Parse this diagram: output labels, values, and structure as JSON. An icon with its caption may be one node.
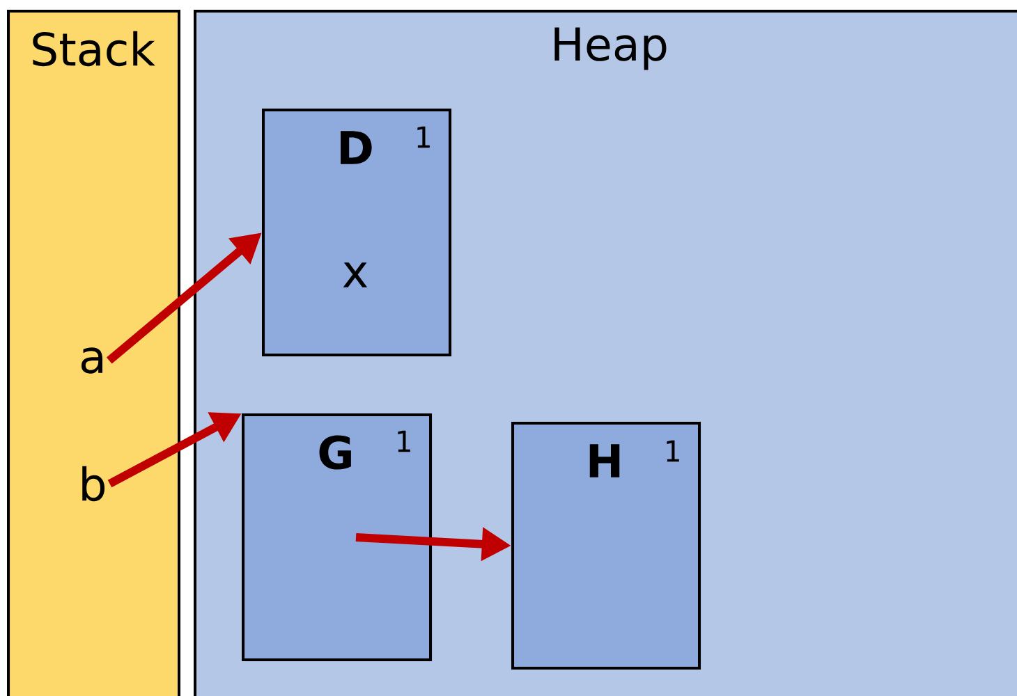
{
  "diagram": {
    "nodes": [
      {
        "text": [
          "Stack"
        ]
      },
      {
        "text": [
          "Heap"
        ]
      },
      {
        "text": [
          "a"
        ],
        "in": 0
      },
      {
        "text": [
          "b"
        ],
        "in": 0
      },
      {
        "text": [
          "D",
          "1",
          "x"
        ],
        "in": 1
      },
      {
        "text": [
          "G",
          "1"
        ],
        "in": 1
      },
      {
        "text": [
          "H",
          "1"
        ],
        "in": 1
      }
    ],
    "edges": [
      {
        "from": 2,
        "to": 4,
        "arrow": "to"
      },
      {
        "from": 3,
        "to": 5,
        "arrow": "to"
      },
      {
        "from": 5,
        "to": 6,
        "arrow": "to"
      }
    ]
  }
}
